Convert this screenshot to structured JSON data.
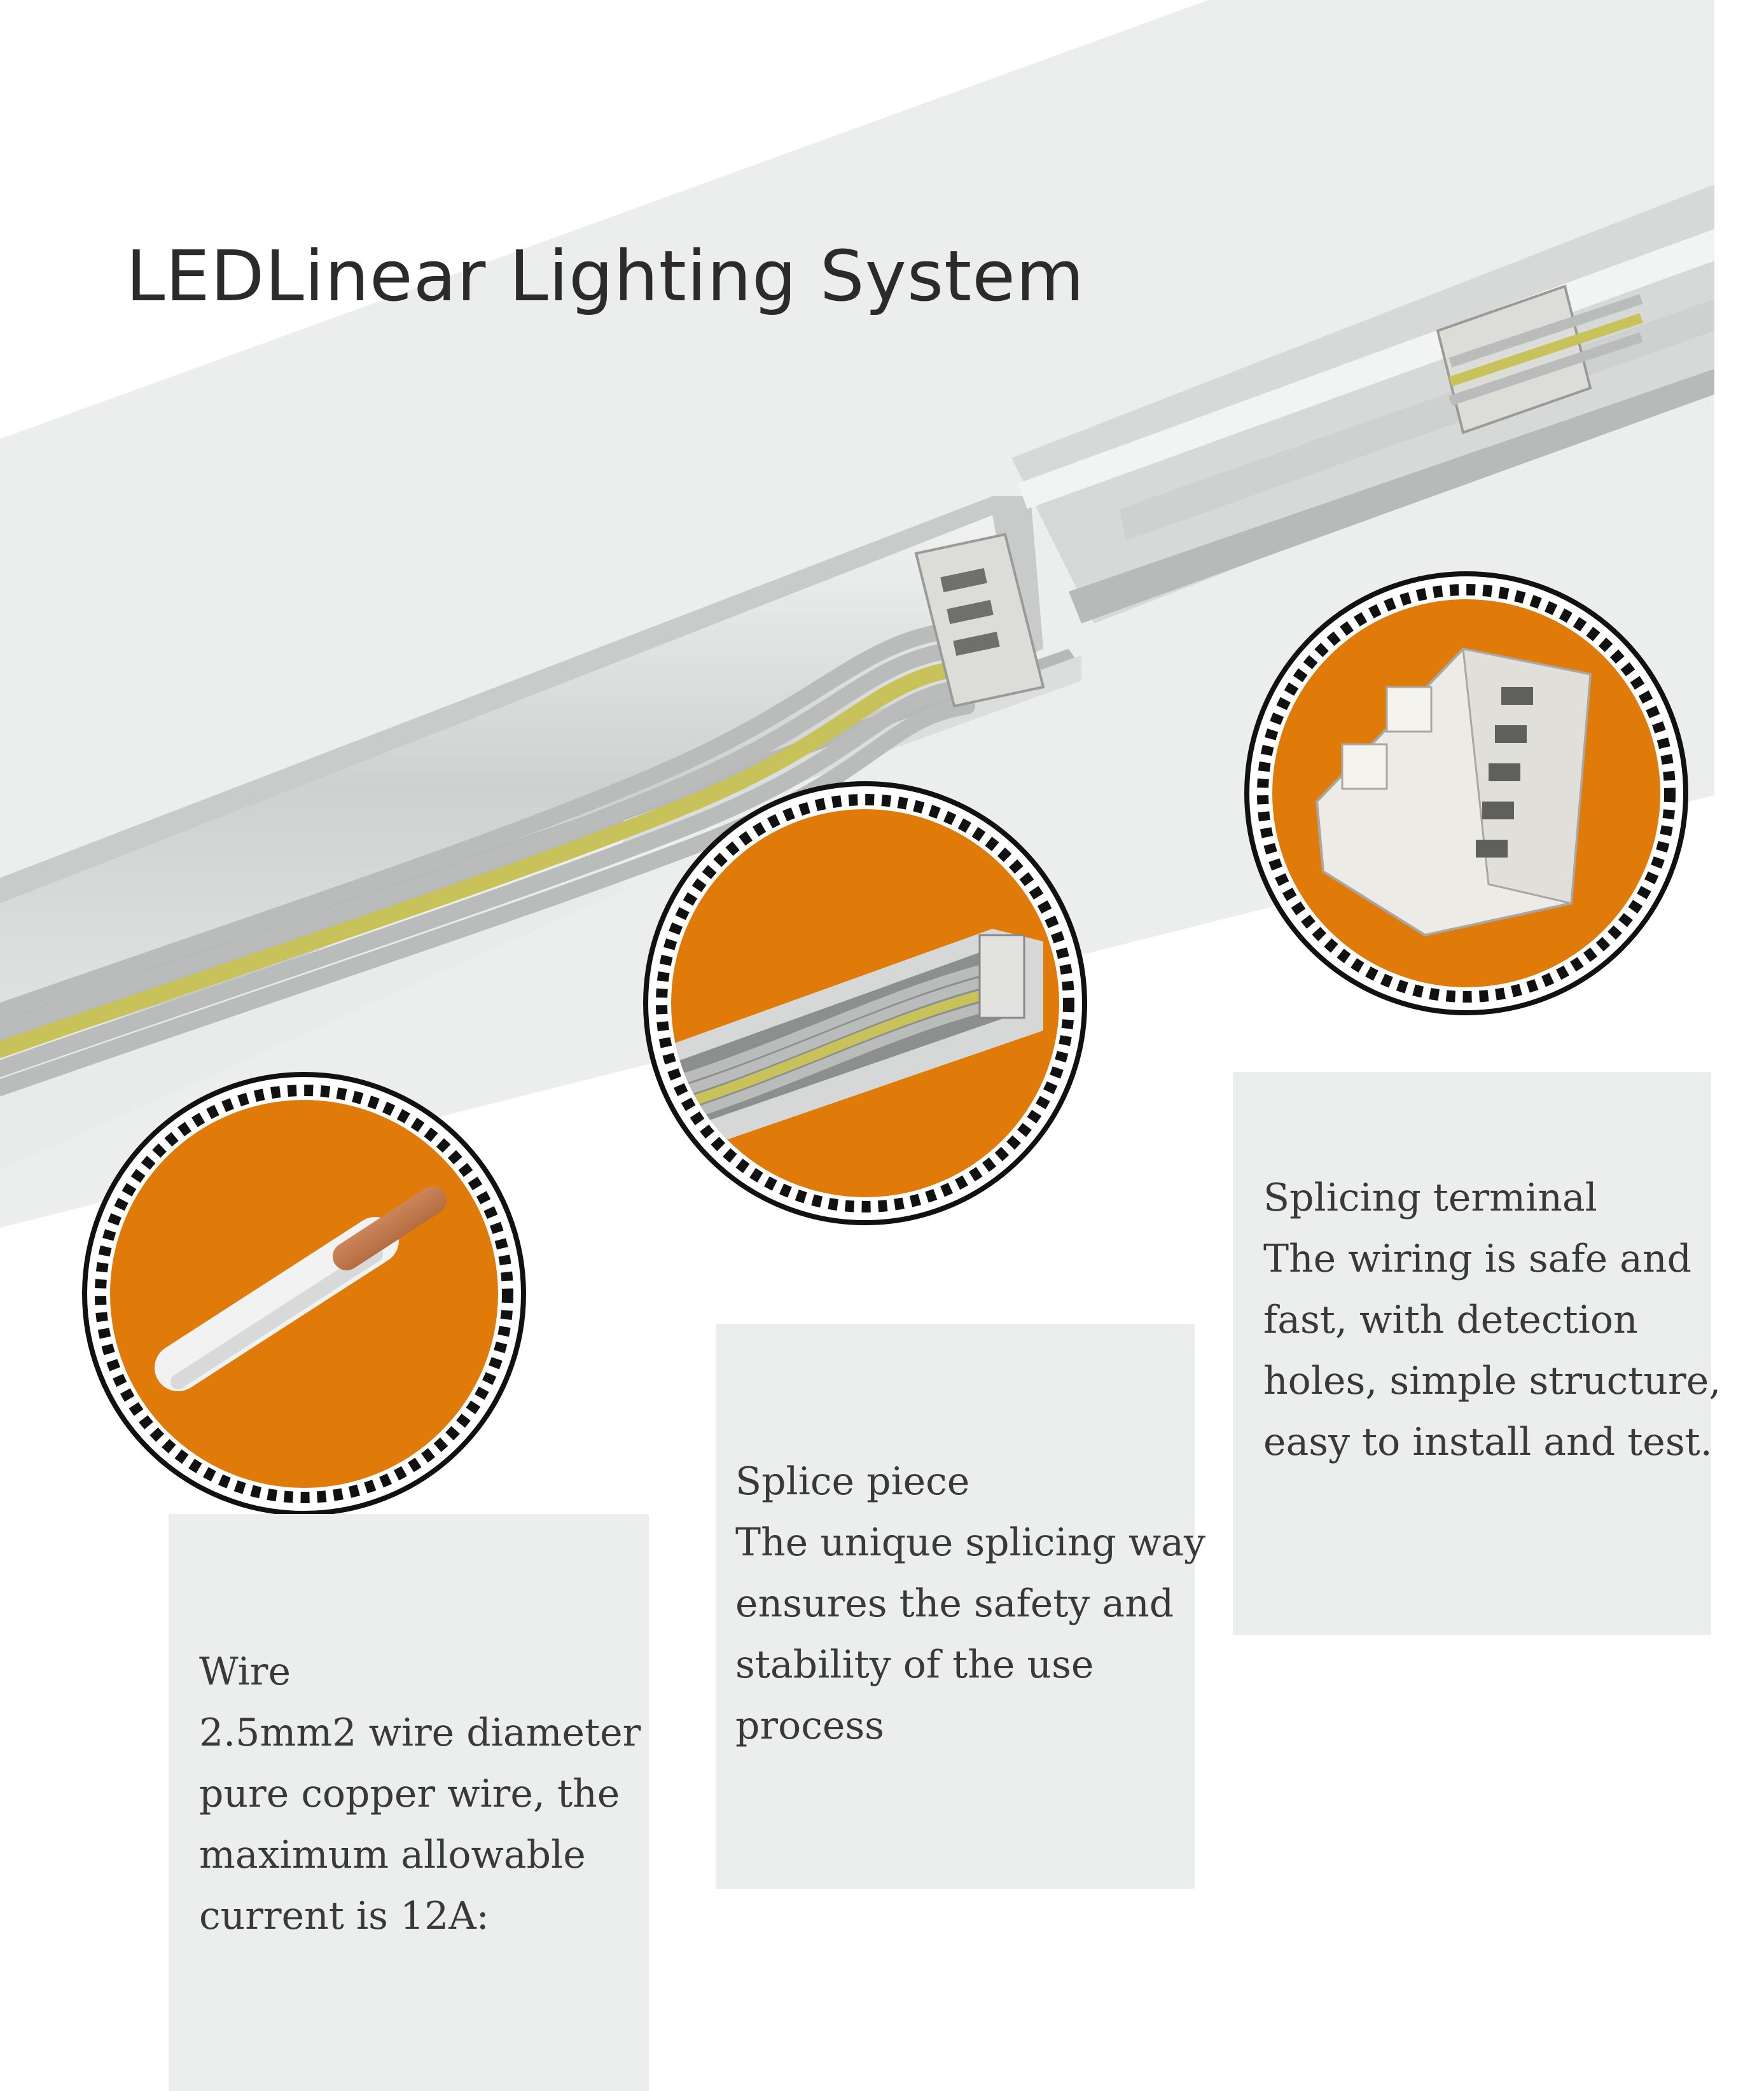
{
  "title": "LEDLinear Lighting System",
  "features": [
    {
      "name": "Wire",
      "lines": [
        "2.5mm2 wire diameter",
        "pure copper wire, the",
        "maximum allowable",
        "current is 12A:"
      ]
    },
    {
      "name": "Splice piece",
      "lines": [
        "The unique splicing way",
        "ensures the safety and",
        "stability of the use",
        "process"
      ]
    },
    {
      "name": "Splicing terminal",
      "lines": [
        "The wiring is safe and",
        "fast, with detection",
        "holes, simple structure,",
        "easy to install and test."
      ]
    }
  ],
  "colors": {
    "accent_orange": "#e07b0a",
    "panel_gray": "#eceeed",
    "aluminium": "#d6d8d8",
    "wire_gray": "#b9bcbb",
    "wire_yellow": "#c7c25a",
    "copper": "#b86a3c",
    "text": "#3a3838"
  }
}
